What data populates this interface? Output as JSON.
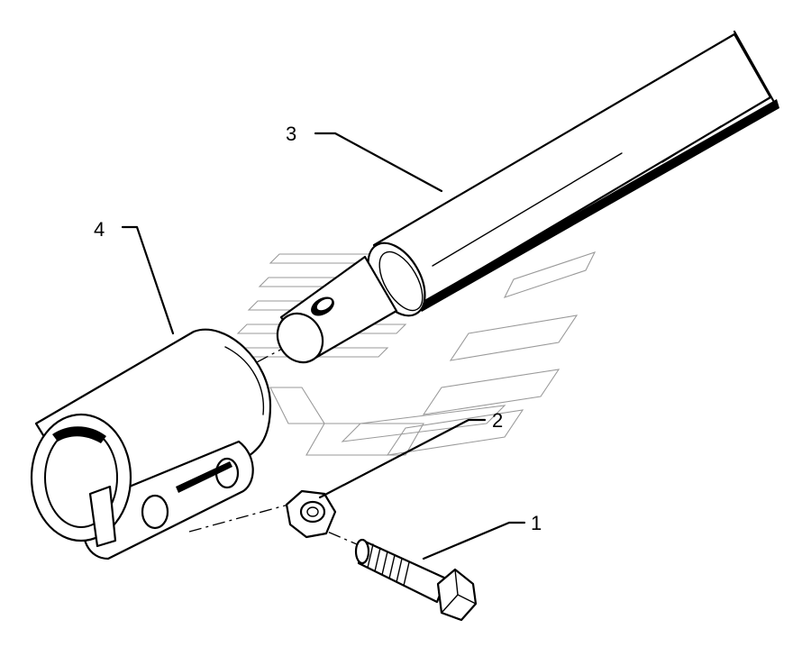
{
  "callouts": [
    {
      "label": "1",
      "part": "bolt"
    },
    {
      "label": "2",
      "part": "nut"
    },
    {
      "label": "3",
      "part": "shaft-tube"
    },
    {
      "label": "4",
      "part": "clamp-coupling"
    }
  ],
  "colors": {
    "ink": "#000000",
    "background": "#ffffff",
    "watermark": "#9a9a9a"
  },
  "watermark": {
    "present": true,
    "style": "faint outline logo"
  }
}
